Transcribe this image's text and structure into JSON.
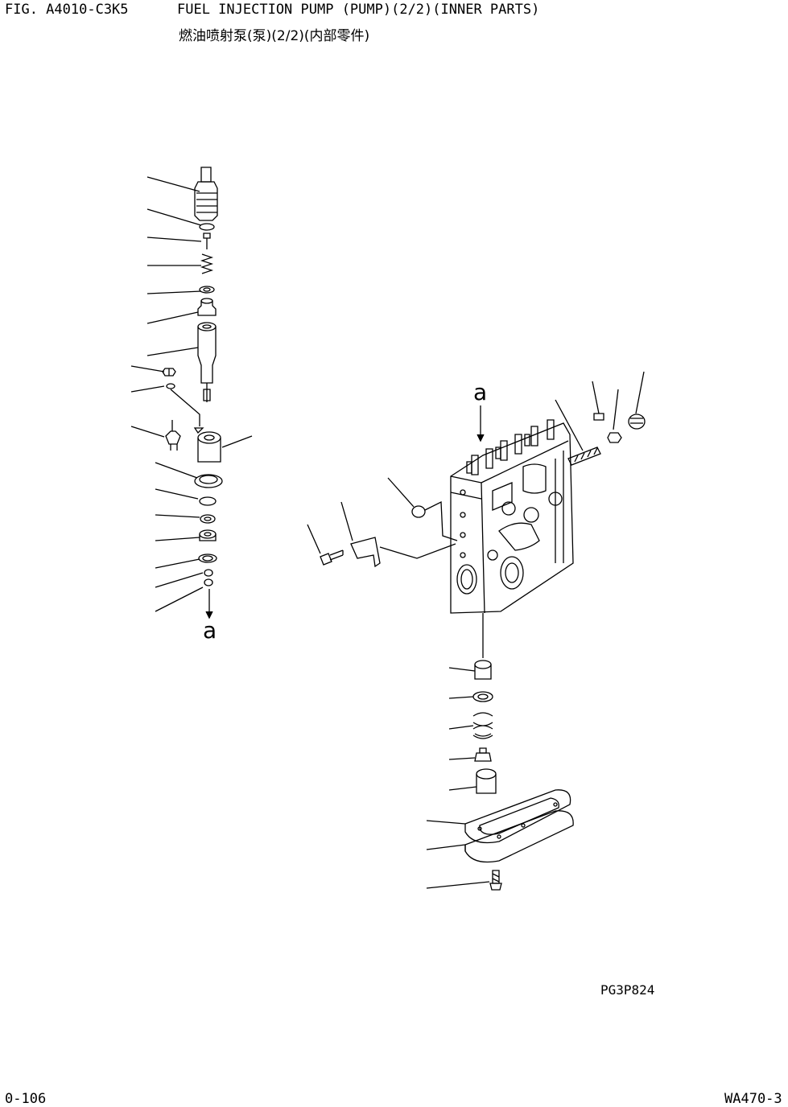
{
  "header": {
    "fig_code": "FIG. A4010-C3K5",
    "title_en": "FUEL INJECTION PUMP (PUMP)(2/2)(INNER PARTS)",
    "title_zh": "燃油喷射泵(泵)(2/2)(内部零件)"
  },
  "diagram": {
    "callout_left": "a",
    "callout_right": "a",
    "drawing_id": "PG3P824"
  },
  "footer": {
    "page_number": "0-106",
    "model_code": "WA470-3"
  }
}
